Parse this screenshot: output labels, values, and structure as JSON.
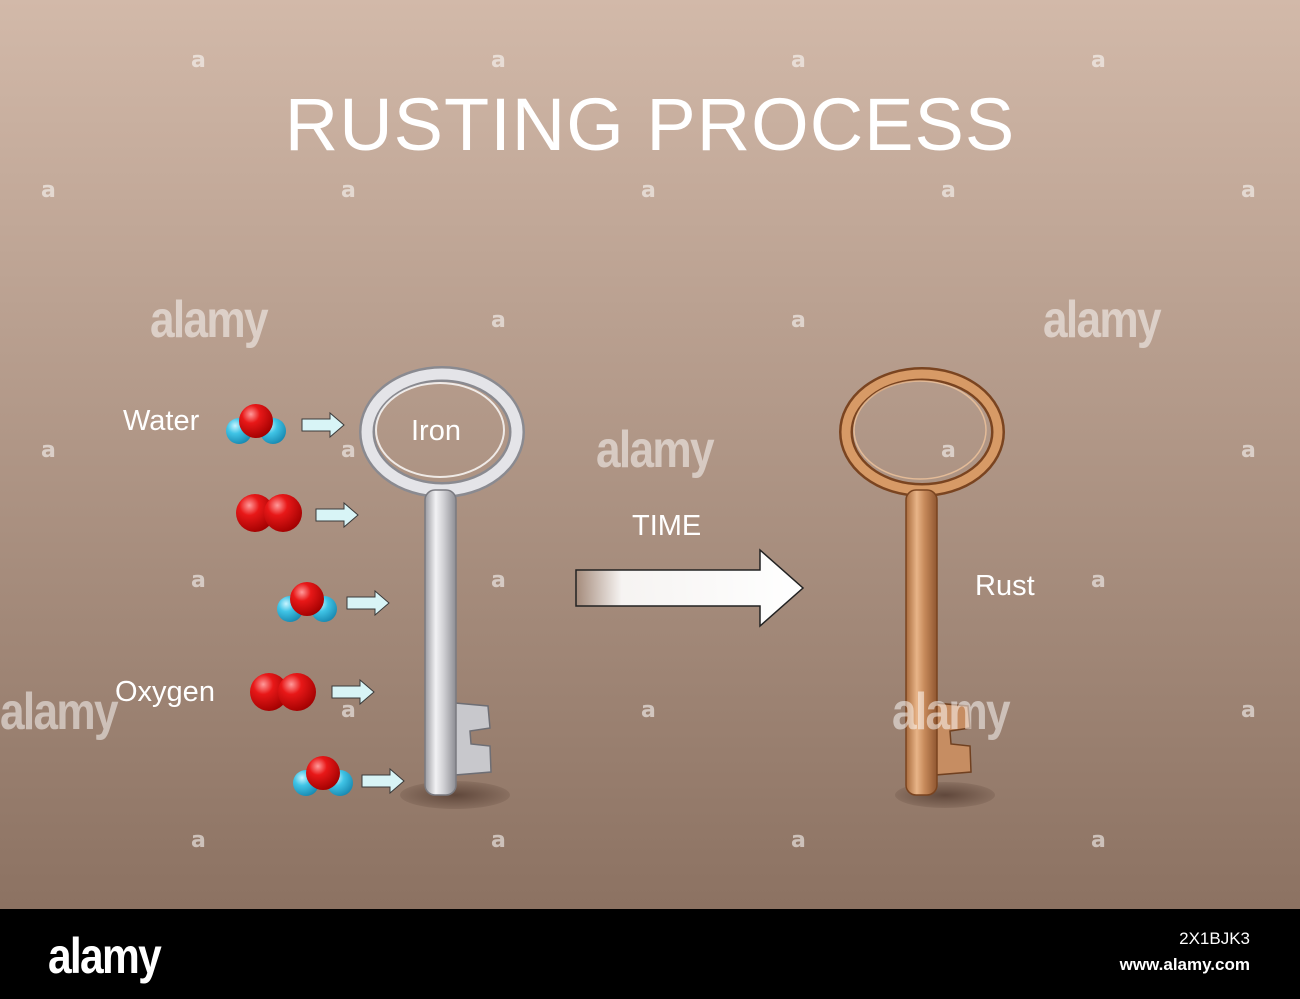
{
  "title": "RUSTING PROCESS",
  "labels": {
    "water": "Water",
    "oxygen": "Oxygen",
    "iron": "Iron",
    "time": "TIME",
    "rust": "Rust"
  },
  "watermark": {
    "small": "a",
    "big": "alamy"
  },
  "footer": {
    "logo": "alamy",
    "image_id": "2X1BJK3",
    "url": "www.alamy.com"
  },
  "colors": {
    "background_top": "#d2b9a9",
    "background_bottom": "#8c7262",
    "iron": "#d8d8dc",
    "rust": "#c88a5a",
    "oxygen_atom": "#e01010",
    "hydrogen_atom": "#3fc0e0",
    "arrow": "#d8f4f6"
  }
}
